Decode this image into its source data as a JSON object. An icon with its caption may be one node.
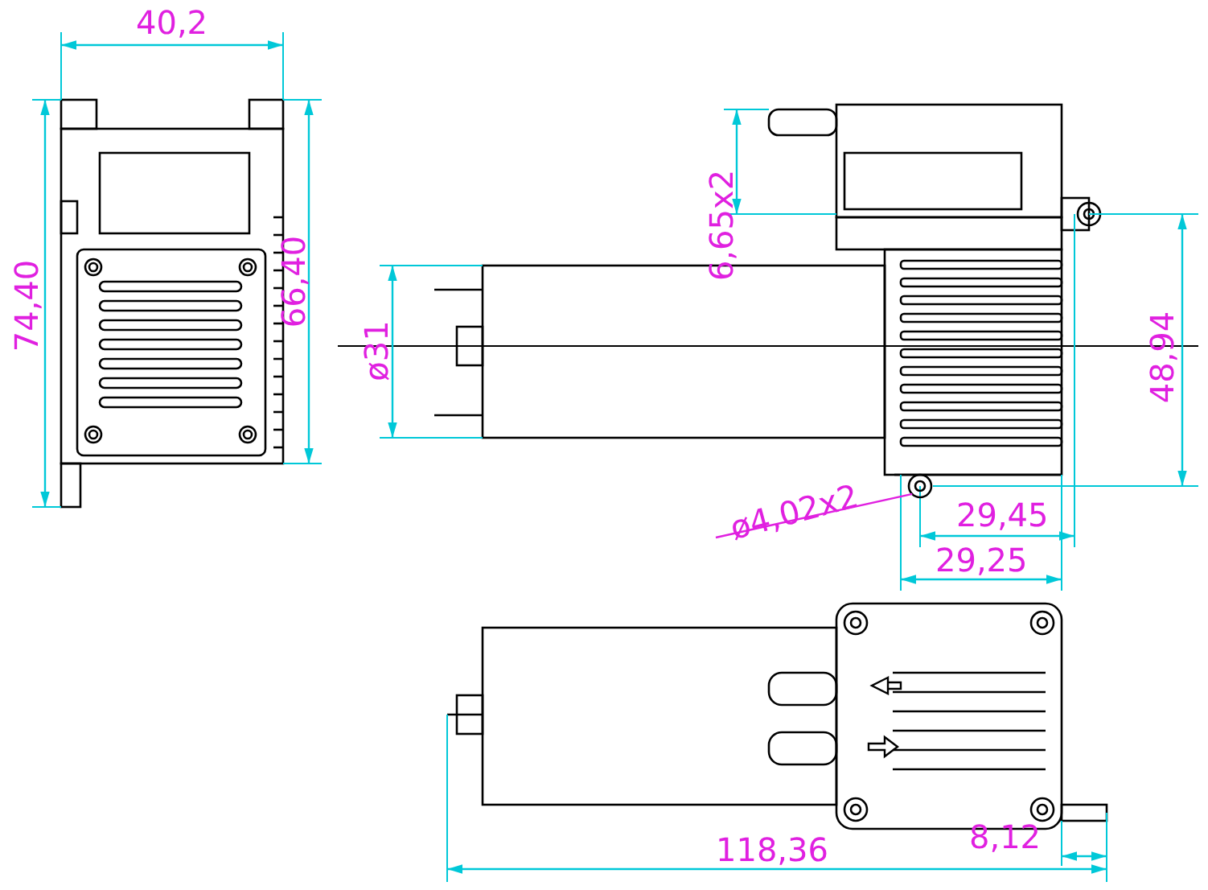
{
  "diagram": {
    "nodes": [
      {
        "text": [
          "ø4,02x2"
        ]
      },
      {
        "text": [],
        "shape": "circle"
      }
    ],
    "edges": [
      {
        "from": 0,
        "to": 1,
        "arrow": "none"
      }
    ],
    "labels": [
      "40,2",
      "74,40",
      "66,40",
      "6,65x2",
      "ø31",
      "48,94",
      "29,45",
      "29,25",
      "118,36",
      "8,12"
    ]
  }
}
